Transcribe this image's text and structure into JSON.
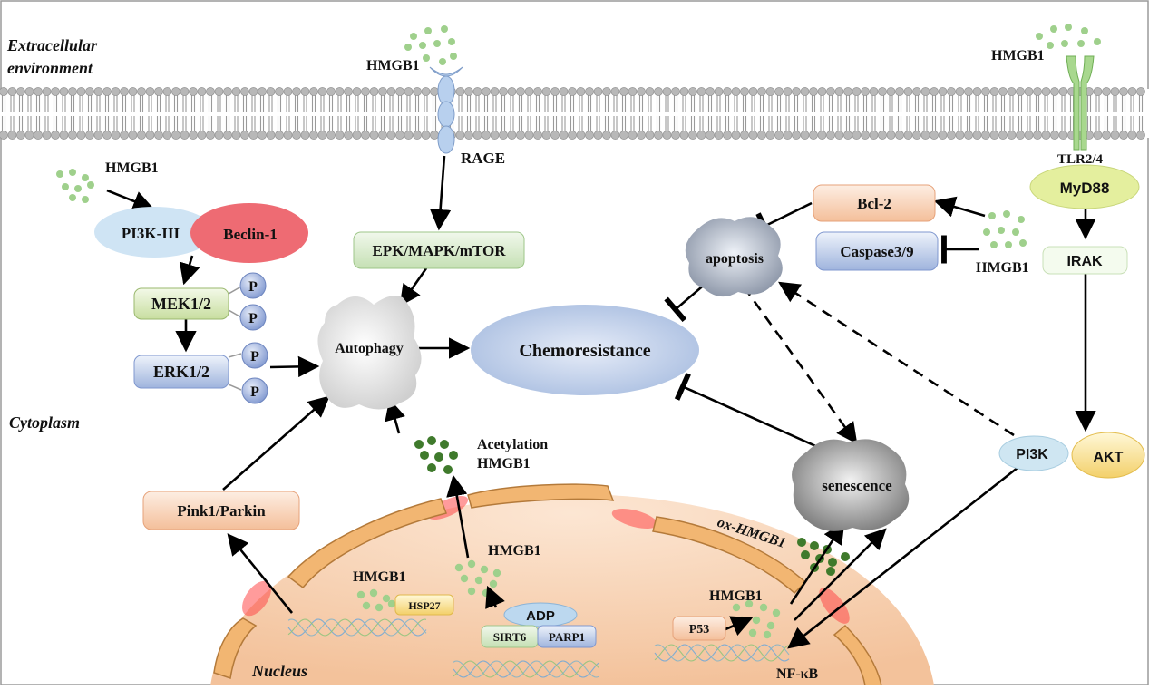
{
  "regions": {
    "extracellular_line1": "Extracellular",
    "extracellular_line2": "environment",
    "cytoplasm": "Cytoplasm",
    "nucleus": "Nucleus"
  },
  "hmgb1": "HMGB1",
  "receptors": {
    "rage": "RAGE",
    "tlr": "TLR2/4"
  },
  "nodes": {
    "myd88": "MyD88",
    "irak": "IRAK",
    "pi3k_iii": "PI3K-III",
    "beclin": "Beclin-1",
    "mek": "MEK1/2",
    "erk": "ERK1/2",
    "phospho": "P",
    "epk": "EPK/MAPK/mTOR",
    "autophagy": "Autophagy",
    "chemoresistance": "Chemoresistance",
    "apoptosis": "apoptosis",
    "bcl2": "Bcl-2",
    "caspase": "Caspase3/9",
    "senescence": "senescence",
    "pi3k": "PI3K",
    "akt": "AKT",
    "pink": "Pink1/Parkin",
    "acetylation_line1": "Acetylation",
    "acetylation_line2": "HMGB1",
    "ox_hmgb1": "ox-HMGB1",
    "hsp27": "HSP27",
    "adp": "ADP",
    "sirt6": "SIRT6",
    "parp1": "PARP1",
    "p53": "P53",
    "nfkb": "NF-κB"
  },
  "colors": {
    "hmgb1_light": "#9fd08c",
    "hmgb1_dark": "#3f7a2c",
    "membrane_head": "#b8b8b8",
    "nucleus_fill": "#f6d2b4",
    "nuclear_envelope": "#f4be7c",
    "pore_glow": "#ff3b3b"
  }
}
